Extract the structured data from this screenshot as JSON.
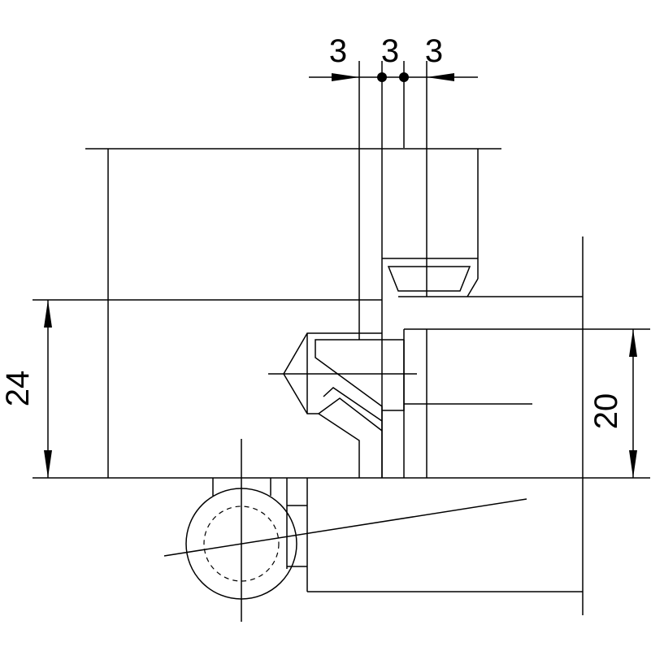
{
  "dimensions": {
    "gap_1": "3",
    "gap_2": "3",
    "gap_3": "3",
    "height_left": "24",
    "height_right": "20"
  },
  "colors": {
    "line": "#000000",
    "background": "#ffffff"
  }
}
